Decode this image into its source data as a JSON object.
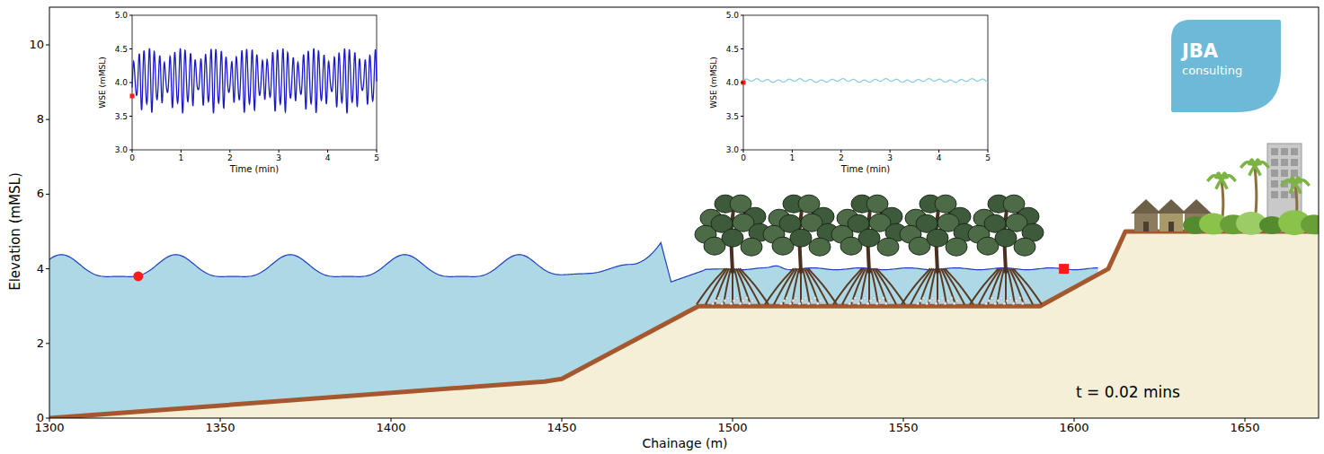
{
  "diagram": {
    "nodes": [
      {
        "text": [
          "JBA",
          "consulting"
        ]
      }
    ],
    "labels": [
      "0",
      "2",
      "4",
      "6",
      "8",
      "10",
      "Elevation (mMSL)",
      "1300",
      "1350",
      "1400",
      "1450",
      "1500",
      "1550",
      "1600",
      "1650",
      "Chainage (m)",
      "3.0",
      "3.5",
      "4.0",
      "4.5",
      "5.0",
      "WSE (mMSL)",
      "0",
      "1",
      "2",
      "3",
      "4",
      "5",
      "Time (min)",
      "3.0",
      "3.5",
      "4.0",
      "4.5",
      "5.0",
      "WSE (mMSL)",
      "0",
      "1",
      "2",
      "3",
      "4",
      "5",
      "Time (min)",
      "t = 0.02 mins"
    ]
  }
}
